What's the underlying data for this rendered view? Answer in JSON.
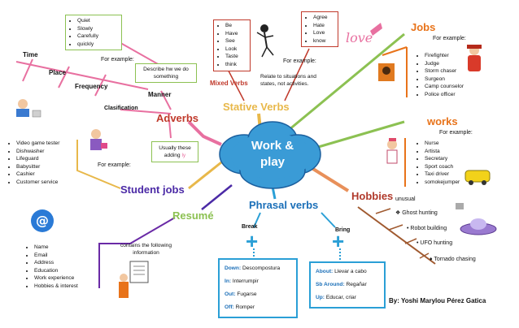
{
  "center": {
    "title_line1": "Work &",
    "title_line2": "play"
  },
  "adverbs": {
    "title": "Adverbs",
    "list": [
      "Quiet",
      "Slowly",
      "Carefully",
      "quickly"
    ],
    "for_example": "For example:",
    "describe": "Describe hw we do something",
    "manner": "Manner",
    "clasification": "Clasification",
    "time": "Time",
    "place": "Place",
    "frequency": "Frequency",
    "usually_prefix": "Usually these adding",
    "usually_suffix": "ly"
  },
  "stative": {
    "title": "Stative Verbs",
    "mixed_list": [
      "Be",
      "Have",
      "See",
      "Look",
      "Taste",
      "think"
    ],
    "mixed_title": "Mixed Verbs",
    "relate": "Relate to situations and states, not activities.",
    "for_example": "For example:",
    "emotion_list": [
      "Agree",
      "Hate",
      "Love",
      "know"
    ],
    "love_word": "love"
  },
  "jobs": {
    "title": "Jobs",
    "for_example": "For example:",
    "list": [
      "Firefighter",
      "Judge",
      "Storm chaser",
      "Surgeon",
      "Camp counselor",
      "Police officer"
    ]
  },
  "works": {
    "title": "works",
    "for_example": "For example:",
    "list": [
      "Nurse",
      "Artista",
      "Secretary",
      "Sport coach",
      "Taxi driver",
      "somokejumper"
    ]
  },
  "student": {
    "title": "Student jobs",
    "for_example": "For example:",
    "list": [
      "Video game tester",
      "Dishwasher",
      "Lifeguard",
      "Babysitter",
      "Cashier",
      "Customer service"
    ]
  },
  "resume": {
    "title": "Resumé",
    "contains": "contains the following information",
    "list": [
      "Name",
      "Email",
      "Address",
      "Education",
      "Work experience",
      "Hobbies & interest"
    ]
  },
  "phrasal": {
    "title": "Phrasal verbs",
    "break": {
      "label": "Break",
      "items": [
        {
          "k": "Down",
          "v": "Descompostura"
        },
        {
          "k": "In",
          "v": "Interrumpir"
        },
        {
          "k": "Out",
          "v": "Fugarse"
        },
        {
          "k": "Off",
          "v": "Romper"
        }
      ]
    },
    "bring": {
      "label": "Bring",
      "items": [
        {
          "k": "About",
          "v": "Llevar a cabo"
        },
        {
          "k": "Sb Around",
          "v": "Regañar"
        },
        {
          "k": "Up",
          "v": "Educar, criar"
        }
      ]
    }
  },
  "hobbies": {
    "title": "Hobbies",
    "unusual": "unusual",
    "list": [
      "Ghost hunting",
      "Robot building",
      "UFO hunting",
      "Tornado chasing"
    ]
  },
  "author": "By: Yoshi Marylou Pérez Gatica",
  "colors": {
    "adverbs": "#c0392b",
    "stative": "#e8b84a",
    "jobs": "#e8731a",
    "works": "#e8731a",
    "student": "#4b2aa6",
    "resume": "#8cc152",
    "phrasal": "#1b6fb8",
    "hobbies": "#b0392b",
    "pink": "#e870a0",
    "cloud": "#3a9bd6"
  }
}
